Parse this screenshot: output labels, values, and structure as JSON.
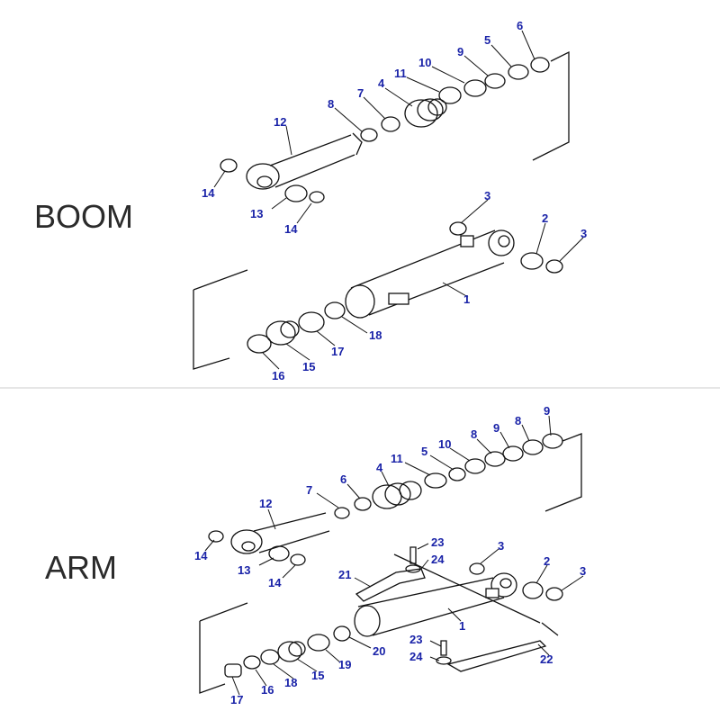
{
  "sections": {
    "boom": {
      "label": "BOOM"
    },
    "arm": {
      "label": "ARM"
    }
  },
  "boom_callouts": [
    "1",
    "2",
    "3",
    "3",
    "4",
    "5",
    "6",
    "7",
    "8",
    "9",
    "10",
    "11",
    "12",
    "13",
    "14",
    "14",
    "15",
    "16",
    "17",
    "18"
  ],
  "arm_callouts": [
    "1",
    "2",
    "3",
    "3",
    "4",
    "5",
    "6",
    "7",
    "8",
    "8",
    "9",
    "9",
    "10",
    "11",
    "12",
    "13",
    "14",
    "14",
    "15",
    "16",
    "17",
    "18",
    "19",
    "20",
    "21",
    "22",
    "23",
    "23",
    "24",
    "24"
  ],
  "colors": {
    "callout": "#1a23a8",
    "line": "#111111",
    "label": "#2b2b2b"
  }
}
